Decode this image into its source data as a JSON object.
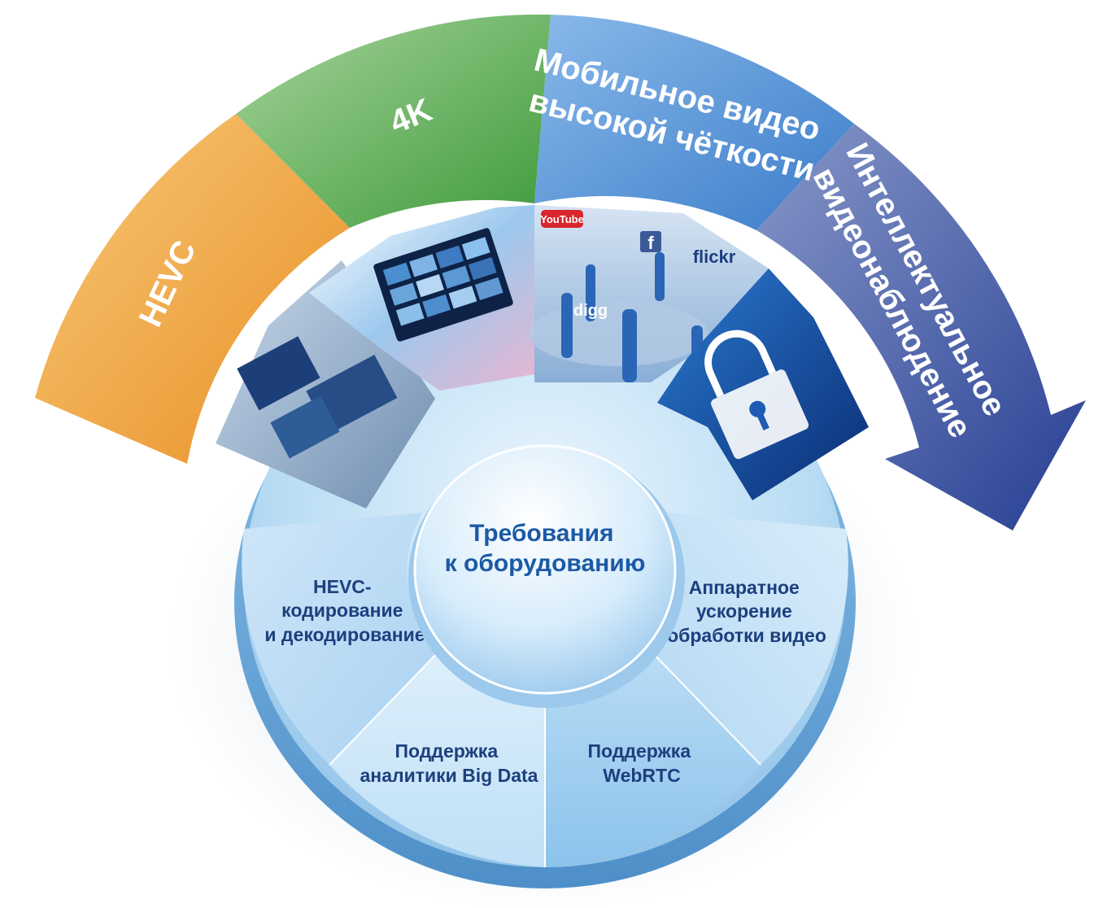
{
  "outer_arc": [
    {
      "id": "hevc",
      "label_lines": [
        "HEVC"
      ],
      "color": "#f2a23a"
    },
    {
      "id": "4k",
      "label_lines": [
        "4K"
      ],
      "color": "#5fae50"
    },
    {
      "id": "mobile-hd",
      "label_lines": [
        "Мобильное видео",
        "высокой чёткости"
      ],
      "color": "#4b8fd6"
    },
    {
      "id": "intelligent-surveillance",
      "label_lines": [
        "Интеллектуальное",
        "видеонаблюдение"
      ],
      "color": "#3c56a6"
    }
  ],
  "photo_strip": {
    "logos": [
      "YouTube",
      "f",
      "flickr",
      "digg"
    ]
  },
  "center": {
    "label_lines": [
      "Требования",
      "к оборудованию"
    ],
    "color": "#1b5aa6"
  },
  "inner_segments": [
    {
      "id": "hevc-codec",
      "label_lines": [
        "HEVC-",
        "кодирование",
        "и декодирование"
      ]
    },
    {
      "id": "hw-accel",
      "label_lines": [
        "Аппаратное",
        "ускорение",
        "обработки видео"
      ]
    },
    {
      "id": "big-data",
      "label_lines": [
        "Поддержка",
        "аналитики Big Data"
      ]
    },
    {
      "id": "webrtc",
      "label_lines": [
        "Поддержка",
        "WebRTC"
      ]
    }
  ]
}
